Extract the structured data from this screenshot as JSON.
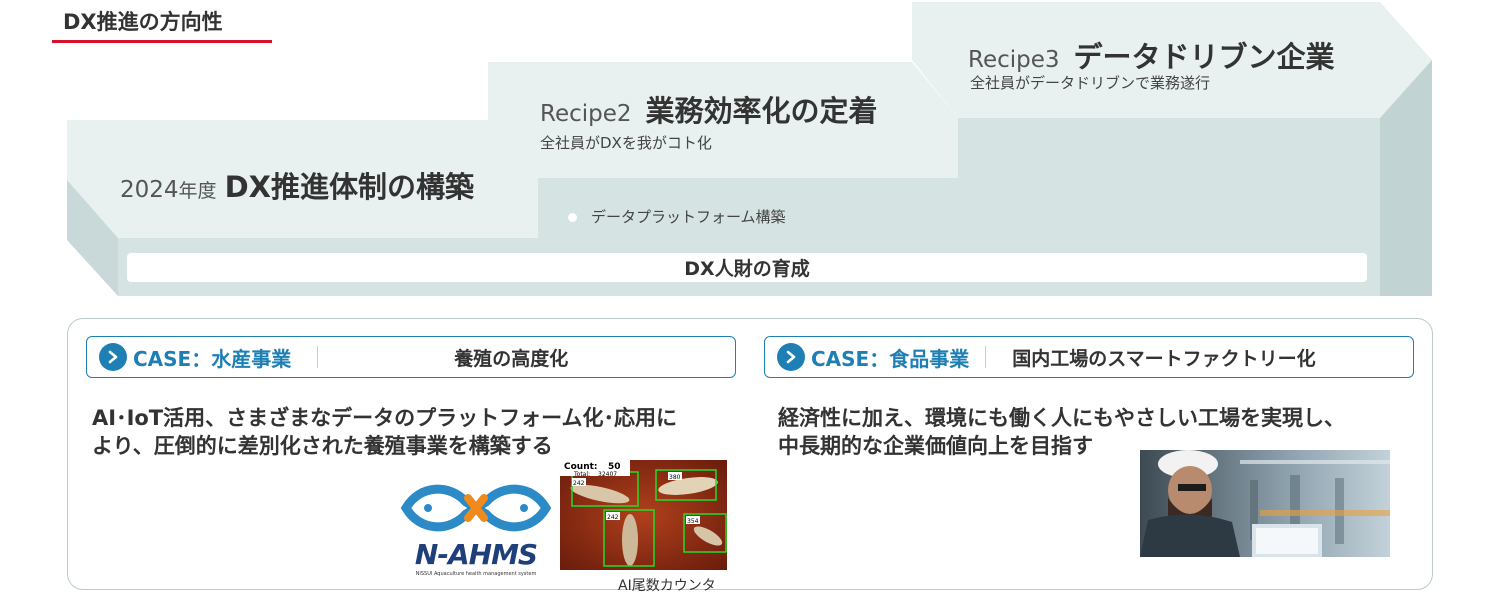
{
  "heading": "DX推進の方向性",
  "steps": {
    "step1": {
      "year": "2024",
      "year_suffix": "年度",
      "title": "DX推進体制の構築"
    },
    "step2": {
      "prefix": "Recipe2",
      "title": "業務効率化の定着",
      "subtitle": "全社員がDXを我がコト化"
    },
    "step3": {
      "prefix": "Recipe3",
      "title": "データドリブン企業",
      "subtitle": "全社員がデータドリブンで業務遂行"
    }
  },
  "bullet": "データプラットフォーム構築",
  "bar": "DX人財の育成",
  "cases": [
    {
      "label": "CASE：水産事業",
      "title": "養殖の高度化",
      "desc_line1": "AI･IoT活用、さまざまなデータのプラットフォーム化･応用に",
      "desc_line2": "より、圧倒的に差別化された養殖事業を構築する"
    },
    {
      "label": "CASE：食品事業",
      "title": "国内工場のスマートファクトリー化",
      "desc_line1": "経済性に加え、環境にも働く人にもやさしい工場を実現し、",
      "desc_line2": "中長期的な企業価値向上を目指す"
    }
  ],
  "logo": {
    "name": "N-AHMS",
    "tagline": "NISSUI Aquaculture health management system"
  },
  "fish_image": {
    "count_label": "Count:",
    "count_value": "50",
    "total_label": "Total:",
    "total_value": "32407",
    "box_labels": [
      "242",
      "380",
      "242",
      "354"
    ]
  },
  "ai_caption": "AI尾数カウンタ",
  "colors": {
    "accent_red": "#d7102c",
    "case_blue": "#1e7fb5",
    "step_light": "#e8f0f0",
    "step_mid": "#d6e3e3",
    "step_dark": "#c2d3d3"
  }
}
